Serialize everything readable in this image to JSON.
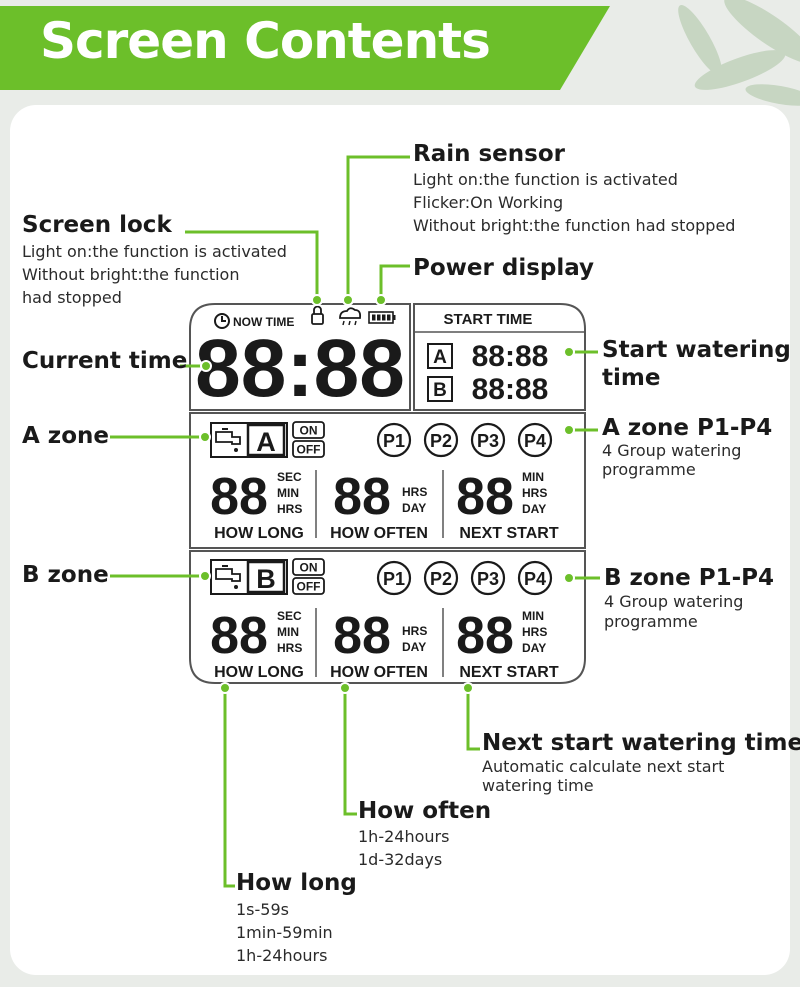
{
  "banner": {
    "title": "Screen Contents"
  },
  "colors": {
    "accent": "#6cbf2a",
    "line": "#555555",
    "digit": "#1a1a1a"
  },
  "lcd": {
    "now_time": "NOW TIME",
    "clock": "88:88",
    "start_time": "START TIME",
    "zone_a_letter": "A",
    "zone_b_letter": "B",
    "start_a": "88:88",
    "start_b": "88:88",
    "on": "ON",
    "off": "OFF",
    "programs": [
      "P1",
      "P2",
      "P3",
      "P4"
    ],
    "digits": "88",
    "how_long_units": [
      "SEC",
      "MIN",
      "HRS"
    ],
    "how_often_units": [
      "HRS",
      "DAY"
    ],
    "next_start_units": [
      "MIN",
      "HRS",
      "DAY"
    ],
    "how_long": "HOW LONG",
    "how_often": "HOW OFTEN",
    "next_start": "NEXT START"
  },
  "annotations": {
    "screen_lock": {
      "title": "Screen lock",
      "lines": [
        "Light on:the function is activated",
        "Without bright:the function",
        "had stopped"
      ]
    },
    "rain_sensor": {
      "title": "Rain sensor",
      "lines": [
        "Light on:the function is activated",
        "Flicker:On Working",
        "Without bright:the function had stopped"
      ]
    },
    "power_display": {
      "title": "Power display"
    },
    "current_time": {
      "title": "Current time"
    },
    "start_watering": {
      "title": [
        "Start watering",
        "time"
      ]
    },
    "a_zone": {
      "title": "A zone"
    },
    "a_zone_p": {
      "title": "A zone P1-P4",
      "lines": [
        "4 Group watering",
        "programme"
      ]
    },
    "b_zone": {
      "title": "B zone"
    },
    "b_zone_p": {
      "title": "B zone P1-P4",
      "lines": [
        "4 Group watering",
        "programme"
      ]
    },
    "next_start": {
      "title": "Next start watering time",
      "lines": [
        "Automatic calculate next start",
        "watering time"
      ]
    },
    "how_often": {
      "title": "How often",
      "lines": [
        "1h-24hours",
        "1d-32days"
      ]
    },
    "how_long": {
      "title": "How long",
      "lines": [
        "1s-59s",
        "1min-59min",
        "1h-24hours"
      ]
    }
  }
}
